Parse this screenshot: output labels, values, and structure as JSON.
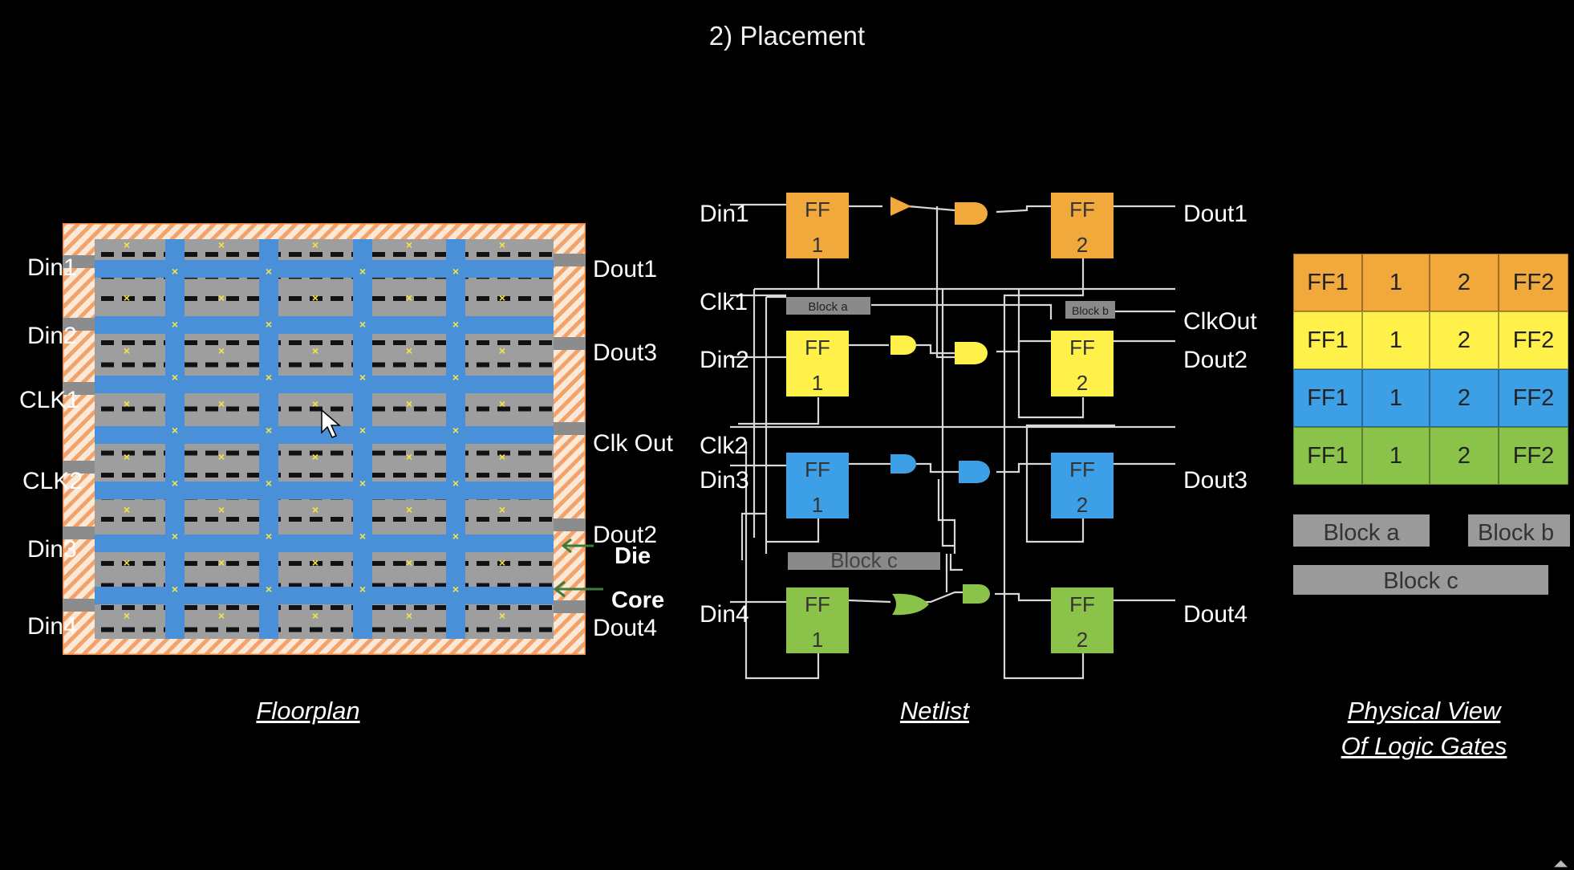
{
  "title": "2) Placement",
  "captions": {
    "floorplan": "Floorplan",
    "netlist": "Netlist",
    "physical_line1": "Physical View",
    "physical_line2": "Of Logic Gates"
  },
  "floorplan": {
    "left_pins": [
      "Din1",
      "Din2",
      "CLK1",
      "CLK2",
      "Din3",
      "Din4"
    ],
    "right_pins": [
      "Dout1",
      "Dout3",
      "Clk Out",
      "Dout2",
      "Dout4"
    ],
    "die_label": "Die",
    "core_label": "Core",
    "colors": {
      "die": "#f4a460",
      "core": "#9e9e9e",
      "rows": "#4a90d9",
      "cells": "#f5e642"
    }
  },
  "netlist": {
    "inputs": [
      "Din1",
      "Clk1",
      "Din2",
      "Clk2",
      "Din3",
      "Din4"
    ],
    "outputs": [
      "Dout1",
      "ClkOut",
      "Dout2",
      "Dout3",
      "Dout4"
    ],
    "ff_label": "FF",
    "ff_left_num": "1",
    "ff_right_num": "2",
    "blocks": [
      "Block a",
      "Block b",
      "Block c"
    ],
    "colors": [
      "#f2a93b",
      "#fff04a",
      "#3d9fe6",
      "#8bc34a"
    ]
  },
  "physical": {
    "rows": [
      {
        "color": "#f2a93b",
        "cells": [
          "FF1",
          "1",
          "2",
          "FF2"
        ]
      },
      {
        "color": "#fff04a",
        "cells": [
          "FF1",
          "1",
          "2",
          "FF2"
        ]
      },
      {
        "color": "#3d9fe6",
        "cells": [
          "FF1",
          "1",
          "2",
          "FF2"
        ]
      },
      {
        "color": "#8bc34a",
        "cells": [
          "FF1",
          "1",
          "2",
          "FF2"
        ]
      }
    ],
    "blocks": [
      "Block a",
      "Block b",
      "Block c"
    ]
  }
}
